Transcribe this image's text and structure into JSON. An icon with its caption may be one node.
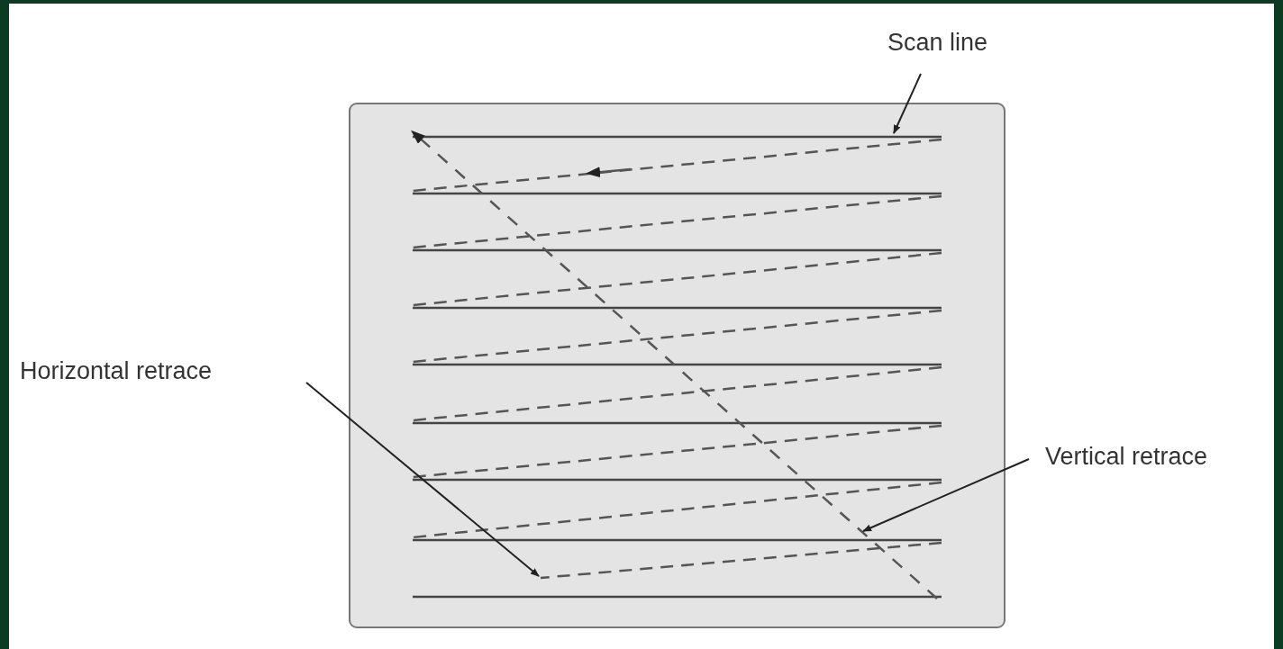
{
  "diagram": {
    "nodes": [
      {
        "text": [
          "Scan line"
        ]
      },
      {
        "text": [
          "Horizontal retrace"
        ]
      },
      {
        "text": [
          "Vertical retrace"
        ]
      }
    ],
    "edges": [
      {
        "from": 0,
        "to": null,
        "arrow": "to"
      },
      {
        "from": 1,
        "to": null,
        "arrow": "to"
      },
      {
        "from": 2,
        "to": null,
        "arrow": "to"
      }
    ]
  }
}
